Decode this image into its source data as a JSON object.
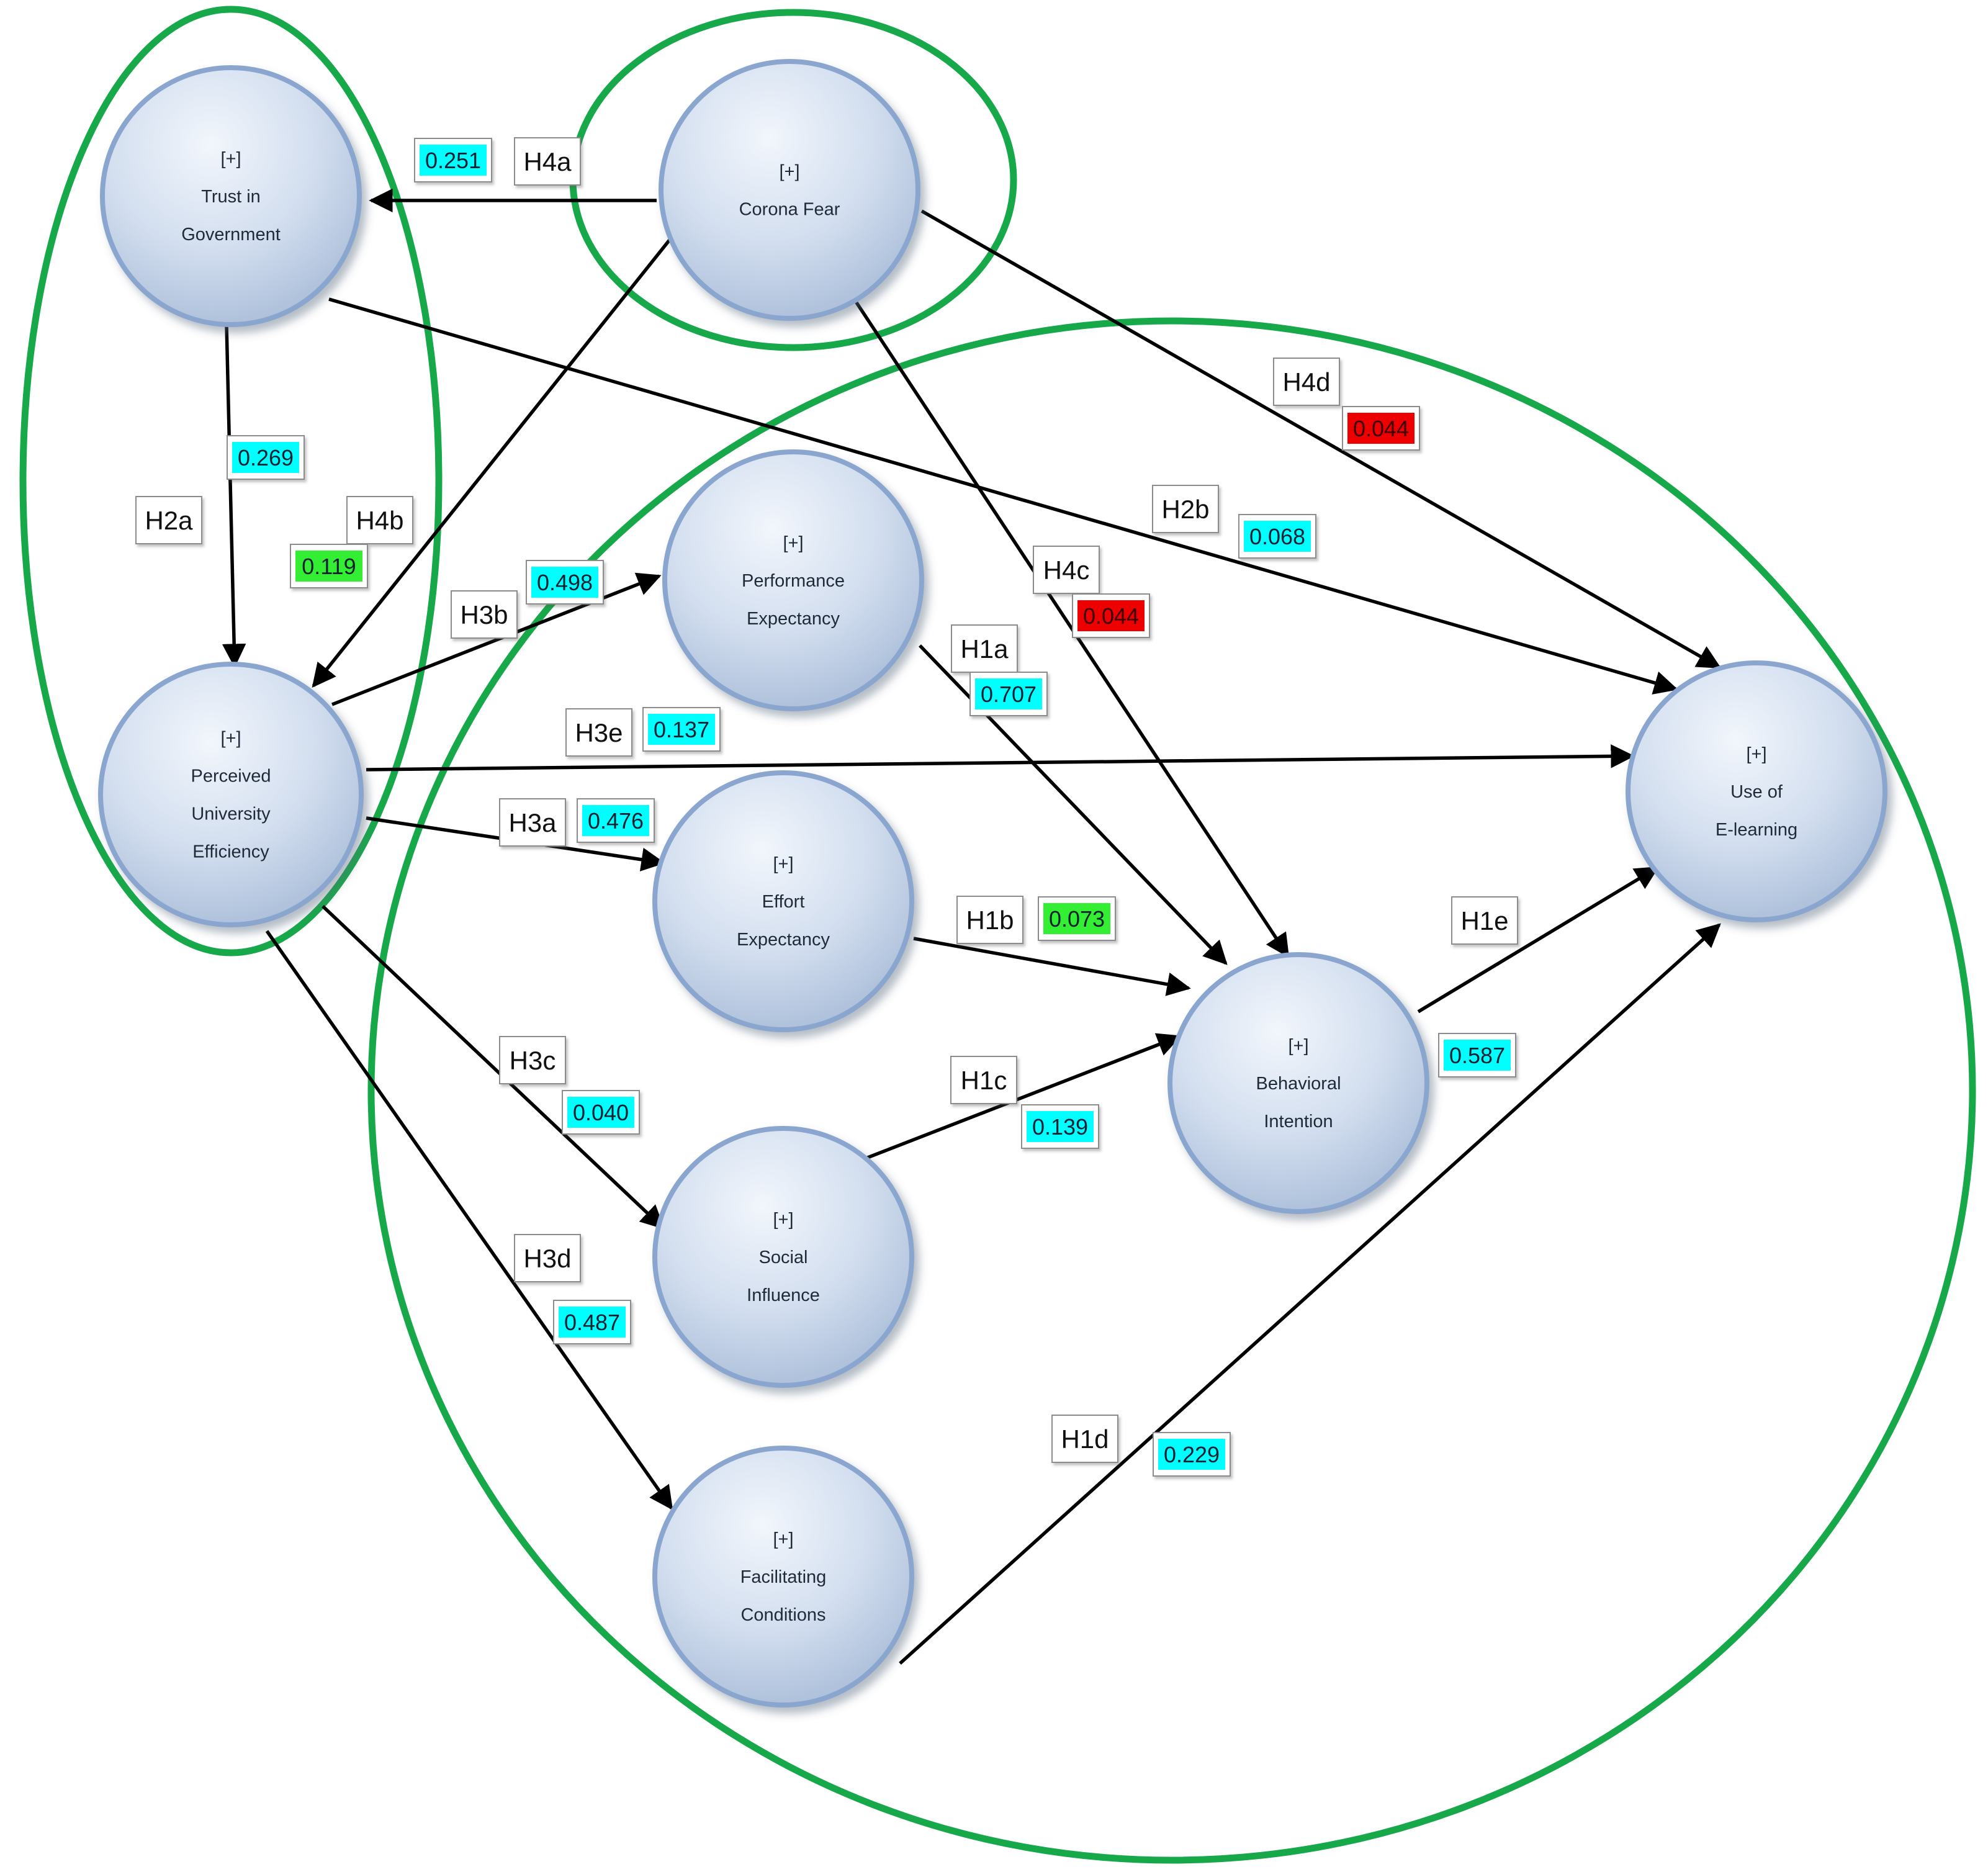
{
  "colors": {
    "group_outline": "#17a84a",
    "arrow": "#000000",
    "node_fill_light": "#eef3fb",
    "node_fill_dark": "#aebfd9",
    "node_stroke": "#8aa6cf",
    "value_cyan": "#00ffff",
    "value_green": "#33ee33",
    "value_red": "#ee0000"
  },
  "nodes": [
    {
      "id": "trust",
      "prefix": "[+]",
      "lines": [
        "Trust in",
        "Government"
      ]
    },
    {
      "id": "corona",
      "prefix": "[+]",
      "lines": [
        "Corona Fear"
      ]
    },
    {
      "id": "perceived",
      "prefix": "[+]",
      "lines": [
        "Perceived",
        "University",
        "Efficiency"
      ]
    },
    {
      "id": "performance",
      "prefix": "[+]",
      "lines": [
        "Performance",
        "Expectancy"
      ]
    },
    {
      "id": "effort",
      "prefix": "[+]",
      "lines": [
        "Effort",
        "Expectancy"
      ]
    },
    {
      "id": "social",
      "prefix": "[+]",
      "lines": [
        "Social",
        "Influence"
      ]
    },
    {
      "id": "facilitating",
      "prefix": "[+]",
      "lines": [
        "Facilitating",
        "Conditions"
      ]
    },
    {
      "id": "behavioral",
      "prefix": "[+]",
      "lines": [
        "Behavioral",
        "Intention"
      ]
    },
    {
      "id": "use",
      "prefix": "[+]",
      "lines": [
        "Use of",
        "E-learning"
      ]
    }
  ],
  "edges": [
    {
      "id": "H4a",
      "from": "corona",
      "to": "trust",
      "hypothesis": "H4a",
      "value": "0.251",
      "value_color": "cyan"
    },
    {
      "id": "H2a",
      "from": "trust",
      "to": "perceived",
      "hypothesis": "H2a",
      "value": "0.269",
      "value_color": "cyan"
    },
    {
      "id": "H4b",
      "from": "corona",
      "to": "perceived",
      "hypothesis": "H4b",
      "value": "0.119",
      "value_color": "green"
    },
    {
      "id": "H2b",
      "from": "trust",
      "to": "use",
      "hypothesis": "H2b",
      "value": "0.068",
      "value_color": "cyan"
    },
    {
      "id": "H4d",
      "from": "corona",
      "to": "use",
      "hypothesis": "H4d",
      "value": "0.044",
      "value_color": "red"
    },
    {
      "id": "H4c",
      "from": "corona",
      "to": "behavioral",
      "hypothesis": "H4c",
      "value": "0.044",
      "value_color": "red"
    },
    {
      "id": "H3b",
      "from": "perceived",
      "to": "performance",
      "hypothesis": "H3b",
      "value": "0.498",
      "value_color": "cyan"
    },
    {
      "id": "H3e",
      "from": "perceived",
      "to": "use",
      "hypothesis": "H3e",
      "value": "0.137",
      "value_color": "cyan"
    },
    {
      "id": "H3a",
      "from": "perceived",
      "to": "effort",
      "hypothesis": "H3a",
      "value": "0.476",
      "value_color": "cyan"
    },
    {
      "id": "H3c",
      "from": "perceived",
      "to": "social",
      "hypothesis": "H3c",
      "value": "0.040",
      "value_color": "cyan"
    },
    {
      "id": "H3d",
      "from": "perceived",
      "to": "facilitating",
      "hypothesis": "H3d",
      "value": "0.487",
      "value_color": "cyan"
    },
    {
      "id": "H1a",
      "from": "performance",
      "to": "behavioral",
      "hypothesis": "H1a",
      "value": "0.707",
      "value_color": "cyan"
    },
    {
      "id": "H1b",
      "from": "effort",
      "to": "behavioral",
      "hypothesis": "H1b",
      "value": "0.073",
      "value_color": "green"
    },
    {
      "id": "H1c",
      "from": "social",
      "to": "behavioral",
      "hypothesis": "H1c",
      "value": "0.139",
      "value_color": "cyan"
    },
    {
      "id": "H1d",
      "from": "facilitating",
      "to": "use",
      "hypothesis": "H1d",
      "value": "0.229",
      "value_color": "cyan"
    },
    {
      "id": "H1e",
      "from": "behavioral",
      "to": "use",
      "hypothesis": "H1e",
      "value": "0.587",
      "value_color": "cyan"
    }
  ]
}
